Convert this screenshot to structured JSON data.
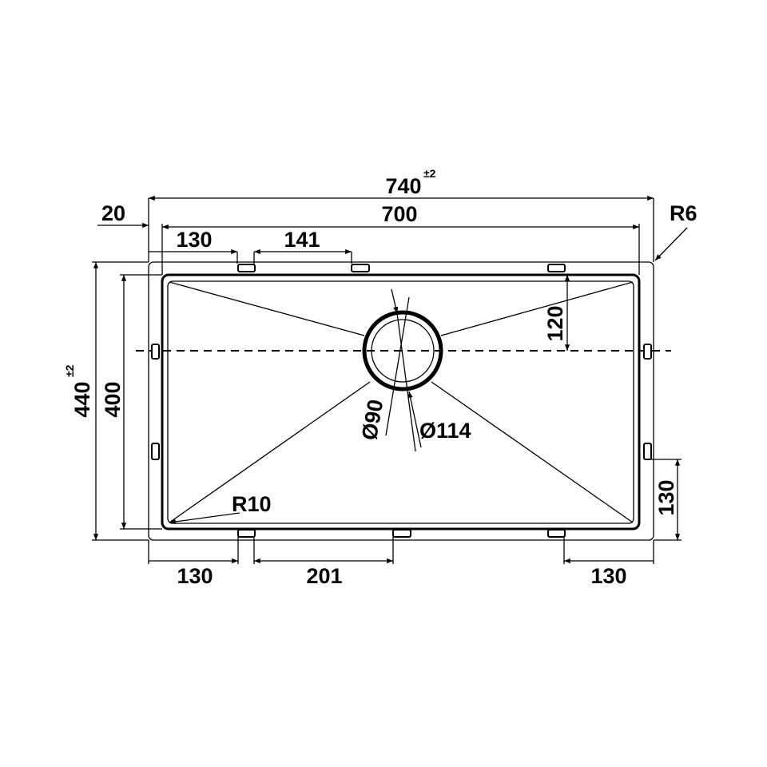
{
  "title": "Undermount sink dimension drawing",
  "dimensions": {
    "overall_width": "740",
    "overall_width_tol": "±2",
    "bowl_width": "700",
    "flange": "20",
    "top_clip_offset": "130",
    "top_clip_spacing": "141",
    "overall_depth": "440",
    "overall_depth_tol": "±2",
    "bowl_depth": "400",
    "drain_offset": "120",
    "right_clip_offset": "130",
    "bottom_left_offset": "130",
    "bottom_clip_spacing": "201",
    "bottom_right_offset": "130",
    "corner_radius_outer": "R6",
    "corner_radius_inner": "R10",
    "drain_inner_dia": "Ø90",
    "drain_outer_dia": "Ø114"
  }
}
